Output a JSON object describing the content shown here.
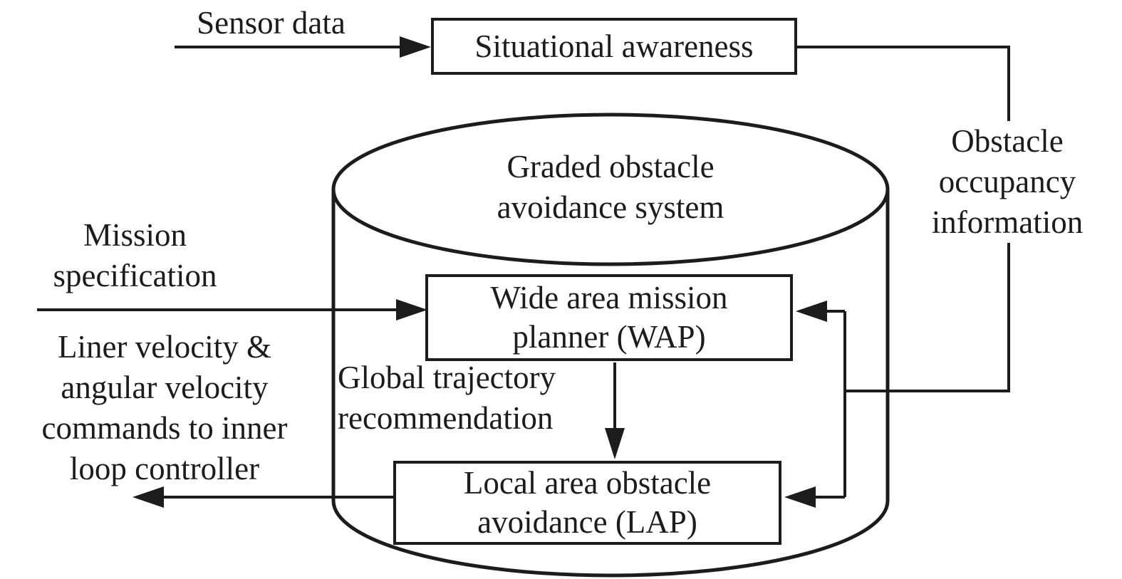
{
  "title": "Graded obstacle avoidance system block diagram",
  "colors": {
    "ink": "#1c1c1c",
    "background": "#ffffff"
  },
  "nodes": {
    "situational_awareness": {
      "label": "Situational awareness"
    },
    "graded_system": {
      "label": "Graded obstacle\navoidance system"
    },
    "wap": {
      "label": "Wide area mission\nplanner (WAP)"
    },
    "lap": {
      "label": "Local area obstacle\navoidance (LAP)"
    }
  },
  "edge_labels": {
    "sensor_data": "Sensor data",
    "obstacle_occupancy": "Obstacle\noccupancy\ninformation",
    "mission_specification": "Mission\nspecification",
    "global_trajectory": "Global trajectory\nrecommendation",
    "velocity_commands": "Liner velocity &\nangular velocity\ncommands to inner\nloop controller"
  },
  "edges": [
    {
      "from": "sensor-data-source",
      "to": "situational_awareness",
      "label_key": "sensor_data"
    },
    {
      "from": "situational_awareness",
      "to": "wap",
      "label_key": "obstacle_occupancy"
    },
    {
      "from": "situational_awareness",
      "to": "lap",
      "label_key": "obstacle_occupancy"
    },
    {
      "from": "mission-spec-source",
      "to": "wap",
      "label_key": "mission_specification"
    },
    {
      "from": "wap",
      "to": "lap",
      "label_key": "global_trajectory"
    },
    {
      "from": "lap",
      "to": "inner-loop-controller",
      "label_key": "velocity_commands"
    }
  ]
}
